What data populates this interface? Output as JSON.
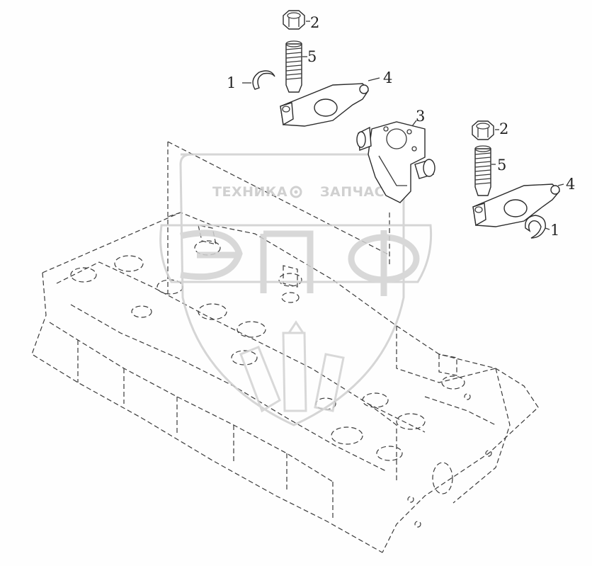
{
  "diagram": {
    "callouts": [
      {
        "id": "c1a",
        "text": "1"
      },
      {
        "id": "c2a",
        "text": "2"
      },
      {
        "id": "c5a",
        "text": "5"
      },
      {
        "id": "c4a",
        "text": "4"
      },
      {
        "id": "c3",
        "text": "3"
      },
      {
        "id": "c2b",
        "text": "2"
      },
      {
        "id": "c5b",
        "text": "5"
      },
      {
        "id": "c4b",
        "text": "4"
      },
      {
        "id": "c1b",
        "text": "1"
      }
    ]
  },
  "watermark": {
    "top_text_left": "ТЕХНИКА",
    "top_text_right": "ЗАПЧАСТИ",
    "monogram": "ЭПФ",
    "color": "#c8c8c8"
  }
}
